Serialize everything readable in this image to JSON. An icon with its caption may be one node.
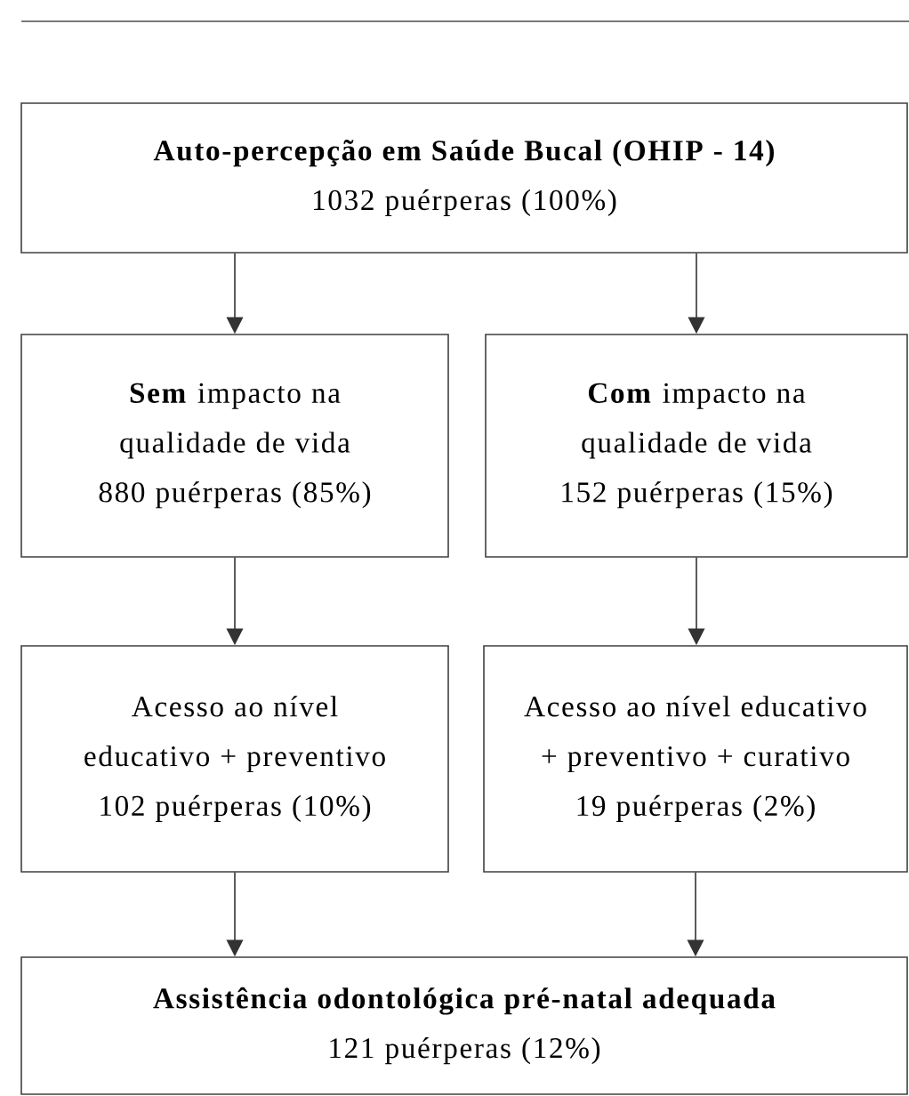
{
  "diagram": {
    "nodes": [
      {
        "text": [
          "Auto-percepção em Saúde Bucal (OHIP - 14)",
          "1032 puérperas (100%)"
        ]
      },
      {
        "text": [
          "**Sem** impacto na qualidade de vida",
          "880 puérperas (85%)"
        ]
      },
      {
        "text": [
          "**Com** impacto na qualidade de vida",
          "152 puérperas (15%)"
        ]
      },
      {
        "text": [
          "Acesso ao nível educativo + preventivo",
          "102 puérperas (10%)"
        ]
      },
      {
        "text": [
          "Acesso ao nível educativo + preventivo + curativo",
          "19 puérperas (2%)"
        ]
      },
      {
        "text": [
          "Assistência odontológica pré-natal adequada",
          "121 puérperas (12%)"
        ]
      }
    ],
    "edges": [
      {
        "from": 0,
        "to": 1,
        "arrow": "to"
      },
      {
        "from": 0,
        "to": 2,
        "arrow": "to"
      },
      {
        "from": 1,
        "to": 3,
        "arrow": "to"
      },
      {
        "from": 2,
        "to": 4,
        "arrow": "to"
      },
      {
        "from": 3,
        "to": 5,
        "arrow": "to"
      },
      {
        "from": 4,
        "to": 5,
        "arrow": "to"
      }
    ]
  }
}
